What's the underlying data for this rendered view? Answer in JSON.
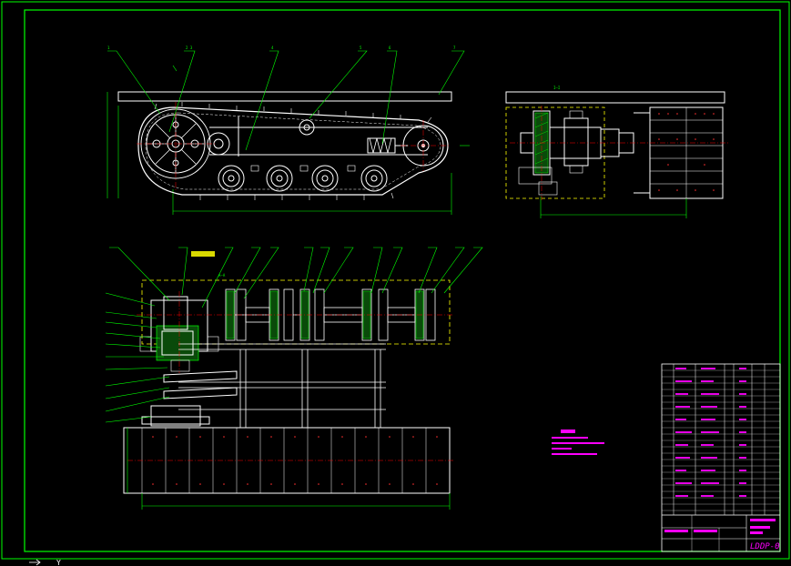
{
  "drawing": {
    "number": "LDDP-0",
    "section_label_top": "I—I",
    "section_label_plan": "A—A",
    "colors": {
      "background": "#000000",
      "frame": "#00ff00",
      "geometry": "#ffffff",
      "leader": "#00ff00",
      "hidden": "#ffff00",
      "centerline": "#ff0000",
      "hatch": "#00ff00",
      "notes": "#ff00ff",
      "block": "#ff0000"
    },
    "ucs_icon_label": "Y"
  }
}
